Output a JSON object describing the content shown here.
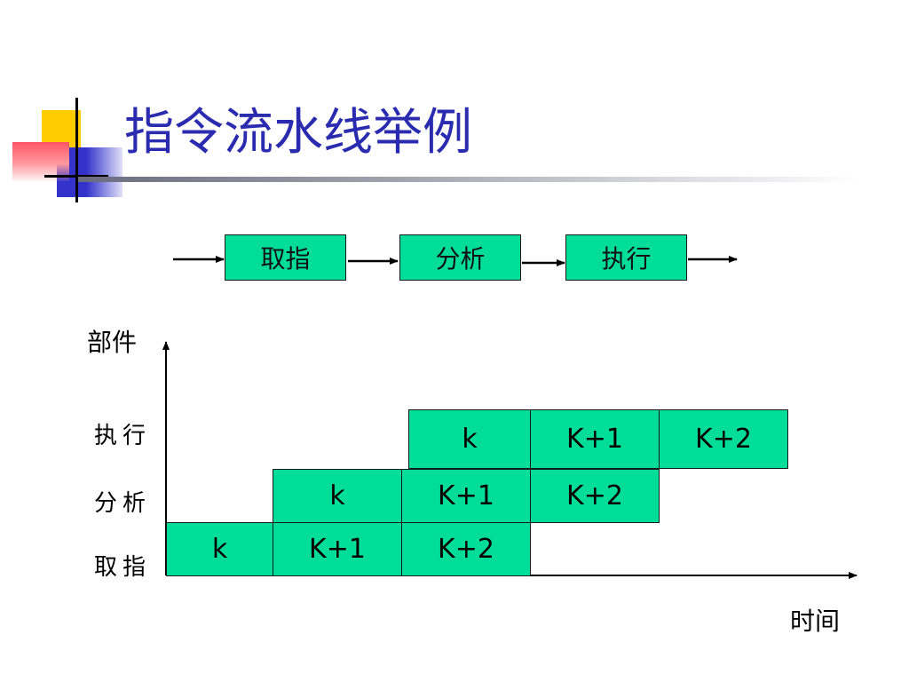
{
  "title": "指令流水线举例",
  "pipeline": {
    "stages": [
      "取指",
      "分析",
      "执行"
    ]
  },
  "diagram": {
    "y_axis_label": "部件",
    "x_axis_label": "时间",
    "rows": [
      "执行",
      "分析",
      "取指"
    ],
    "grid": {
      "row_execute": [
        "k",
        "K+1",
        "K+2"
      ],
      "row_analyze": [
        "k",
        "K+1",
        "K+2"
      ],
      "row_fetch": [
        "k",
        "K+1",
        "K+2"
      ]
    }
  },
  "colors": {
    "title": "#2b2bb0",
    "box_fill": "#00dd99"
  }
}
